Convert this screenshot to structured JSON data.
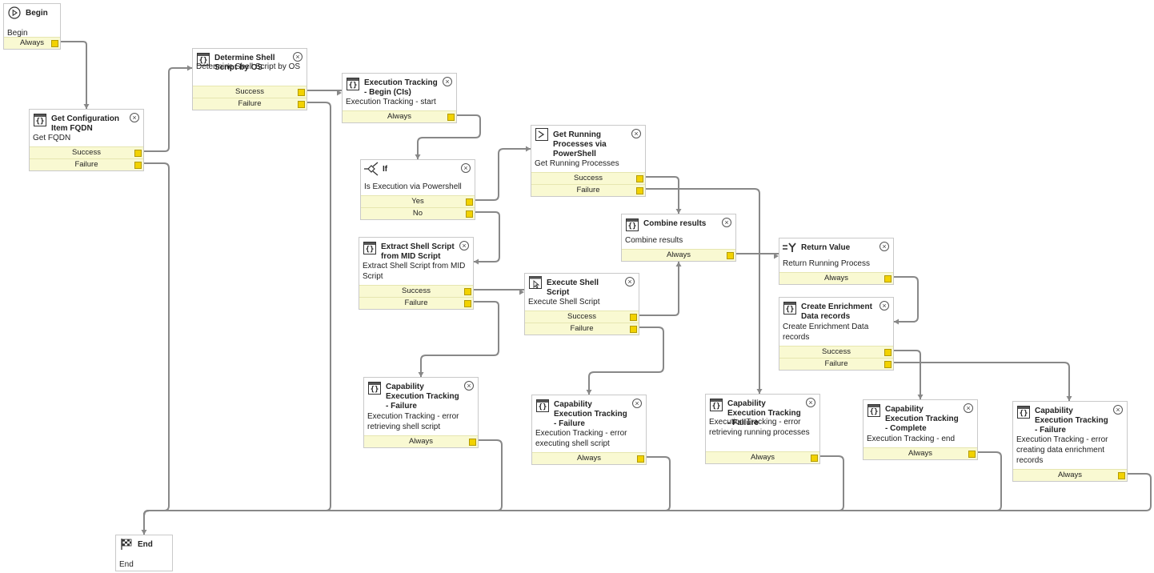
{
  "diagram": {
    "activities": [
      {
        "id": "begin",
        "icon": "play-icon",
        "title": "Begin",
        "desc": "Begin",
        "conditions": [
          "Always"
        ]
      },
      {
        "id": "get-ci",
        "icon": "script-icon",
        "title": "Get Configuration Item FQDN",
        "desc": "Get FQDN",
        "conditions": [
          "Success",
          "Failure"
        ]
      },
      {
        "id": "det-shell",
        "icon": "script-icon",
        "title": "Determine Shell Script by OS",
        "desc": "Determine Shell Script by OS",
        "conditions": [
          "Success",
          "Failure"
        ]
      },
      {
        "id": "exec-begin",
        "icon": "script-icon",
        "title": "Execution Tracking - Begin (CIs)",
        "desc": "Execution Tracking - start",
        "conditions": [
          "Always"
        ]
      },
      {
        "id": "if",
        "icon": "branch-icon",
        "title": "If",
        "desc": "Is Execution via Powershell",
        "conditions": [
          "Yes",
          "No"
        ]
      },
      {
        "id": "get-proc",
        "icon": "terminal-icon",
        "title": "Get Running Processes via PowerShell",
        "desc": "Get Running Processes",
        "conditions": [
          "Success",
          "Failure"
        ]
      },
      {
        "id": "extract",
        "icon": "script-icon",
        "title": "Extract Shell Script from MID Script",
        "desc": "Extract Shell Script from MID Script",
        "conditions": [
          "Success",
          "Failure"
        ]
      },
      {
        "id": "exec-shell",
        "icon": "cursor-script-icon",
        "title": "Execute Shell Script",
        "desc": "Execute Shell Script",
        "conditions": [
          "Success",
          "Failure"
        ]
      },
      {
        "id": "combine",
        "icon": "script-icon",
        "title": "Combine results",
        "desc": "Combine results",
        "conditions": [
          "Always"
        ]
      },
      {
        "id": "return",
        "icon": "return-value-icon",
        "title": "Return Value",
        "desc": "Return Running Process",
        "conditions": [
          "Always"
        ]
      },
      {
        "id": "create-enr",
        "icon": "script-icon",
        "title": "Create Enrichment Data records",
        "desc": "Create Enrichment Data records",
        "conditions": [
          "Success",
          "Failure"
        ]
      },
      {
        "id": "fail-1",
        "icon": "script-icon",
        "title": "Capability Execution Tracking - Failure",
        "desc": "Execution Tracking - error retrieving shell script",
        "conditions": [
          "Always"
        ]
      },
      {
        "id": "fail-2",
        "icon": "script-icon",
        "title": "Capability Execution Tracking - Failure",
        "desc": "Execution Tracking - error executing shell script",
        "conditions": [
          "Always"
        ]
      },
      {
        "id": "fail-3",
        "icon": "script-icon",
        "title": "Capability Execution Tracking - Failure",
        "desc": "Execution Tracking - error retrieving running processes",
        "conditions": [
          "Always"
        ]
      },
      {
        "id": "complete",
        "icon": "script-icon",
        "title": "Capability Execution Tracking - Complete",
        "desc": "Execution Tracking - end",
        "conditions": [
          "Always"
        ]
      },
      {
        "id": "fail-4",
        "icon": "script-icon",
        "title": "Capability Execution Tracking - Failure",
        "desc": "Execution Tracking - error creating data enrichment records",
        "conditions": [
          "Always"
        ]
      },
      {
        "id": "end",
        "icon": "checkered-flag-icon",
        "title": "End",
        "desc": "End",
        "conditions": []
      }
    ],
    "icon_glyphs": {
      "script": "{}",
      "play": "▷",
      "terminal": ">",
      "branch": "⟡",
      "return": "=Y",
      "flag": "⚑",
      "close": "×"
    },
    "colors": {
      "condition_bg": "#f9f9d2",
      "port": "#f2d200",
      "wire": "#888888",
      "border": "#c9c9c9"
    }
  }
}
